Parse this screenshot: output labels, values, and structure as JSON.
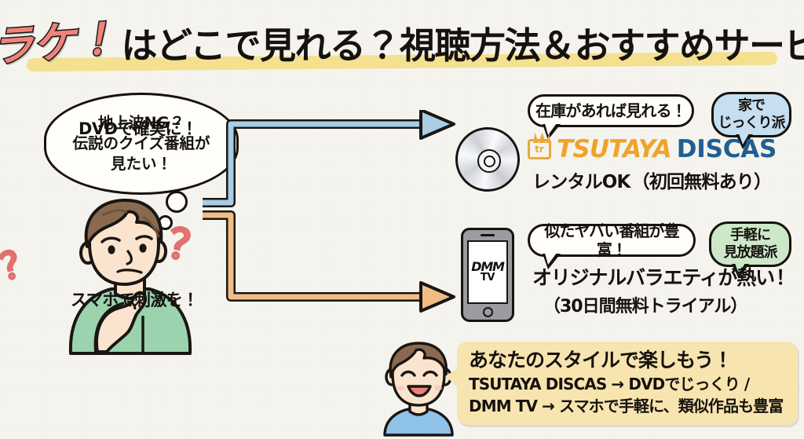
{
  "title": {
    "highlight_word": "ダラケ！",
    "rest": "はどこで見れる？視聴方法＆おすすめサービス",
    "red_color": "#ef8279",
    "highlight_color": "#f4e08f"
  },
  "thought_bubble": {
    "line1": "地上波NG？",
    "line2": "伝説のクイズ番組が",
    "line3": "見たい！"
  },
  "character": {
    "thinking_man_label": "thinking-man",
    "question_mark": "？",
    "shirt_color": "#9bd3ae",
    "hair_color": "#8a6a4f"
  },
  "arrows": {
    "top_label": "DVDで確実に！",
    "bottom_label": "スマホで刺激を！",
    "top_color": "#a8cde4",
    "bottom_color": "#f2bd85"
  },
  "service_dvd": {
    "device": "dvd-disc",
    "speech": "在庫があれば見れる！",
    "persona_line1": "家で",
    "persona_line2": "じっくり派",
    "persona_color": "#c5dff0",
    "brand_primary": "TSUTAYA",
    "brand_secondary": "DISCAS",
    "brand_primary_color": "#f0a32a",
    "brand_secondary_color": "#1f5f94",
    "note_highlight": "レンタルOK",
    "note_rest": "（初回無料あり）"
  },
  "service_dmm": {
    "device": "smartphone",
    "screen_logo_line1": "DMM",
    "screen_logo_line2": "TV",
    "speech": "似たヤバい番組が豊富！",
    "persona_line1": "手軽に",
    "persona_line2": "見放題派",
    "persona_color": "#cde8c8",
    "headline_highlight": "オリジナルバラエティが熱い",
    "headline_rest": "！",
    "note": "（30日間無料トライアル）"
  },
  "summary": {
    "heading": "あなたのスタイルで楽しもう！",
    "line1": "TSUTAYA DISCAS → DVDでじっくり /",
    "line2": "DMM TV → スマホで手軽に、類似作品も豊富",
    "box_color": "#f8e4ae"
  }
}
